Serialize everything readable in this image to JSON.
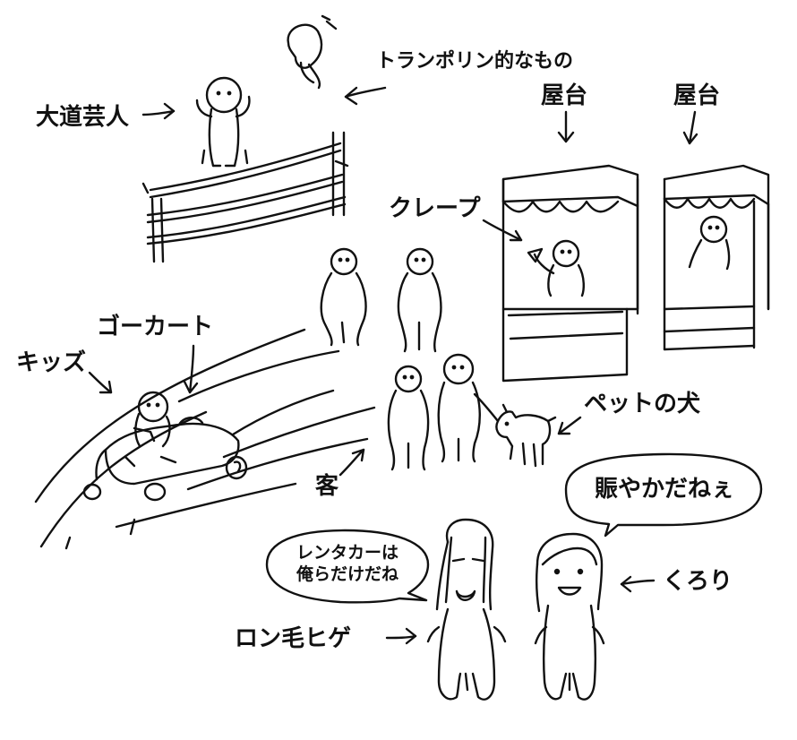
{
  "labels": {
    "street_performer": "大道芸人",
    "trampoline": "トランポリン的なもの",
    "stall_1": "屋台",
    "stall_2": "屋台",
    "crepe": "クレープ",
    "go_kart": "ゴーカート",
    "kids": "キッズ",
    "pet_dog": "ペットの犬",
    "customers": "客",
    "kurori": "くろり",
    "long_hair_beard": "ロン毛ヒゲ"
  },
  "speech": {
    "kurori": "賑やかだねぇ",
    "long_hair_line1": "レンタカーは",
    "long_hair_line2": "俺らだけだね"
  },
  "style": {
    "ink": "#111111",
    "paper": "#ffffff"
  }
}
